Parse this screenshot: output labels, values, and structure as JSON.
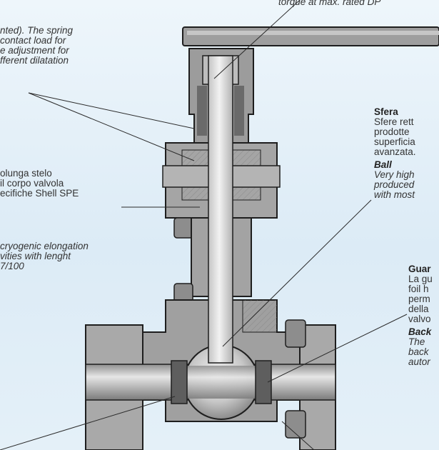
{
  "colors": {
    "steel": "#a9a9a9",
    "steel_dark": "#7a7a7a",
    "steel_light": "#d2d2d2",
    "outline": "#1e1e1e",
    "leader": "#2a2a2a"
  },
  "callouts": {
    "top_partial": "torque at max. rated DP",
    "spring_en": [
      "nted). The spring",
      "contact load for",
      "e adjustment for",
      "fferent dilatation"
    ],
    "stem_ext_it": [
      "olunga stelo",
      "il corpo valvola",
      "ecifiche Shell SPE"
    ],
    "stem_ext_en": [
      "cryogenic elongation",
      "vities with lenght",
      "7/100"
    ],
    "ball_title_it": "Sfera",
    "ball_body_it": [
      "Sfere rett",
      "prodotte",
      "superficia",
      "avanzata."
    ],
    "ball_title_en": "Ball",
    "ball_body_en": [
      "Very high",
      "produced",
      "with most"
    ],
    "seat_title_it": "Guar",
    "seat_body_it": [
      "La gu",
      "foil h",
      "perm",
      "della",
      "valvo"
    ],
    "seat_title_en": "Back",
    "seat_body_en": [
      "The",
      "back",
      "autor"
    ]
  }
}
